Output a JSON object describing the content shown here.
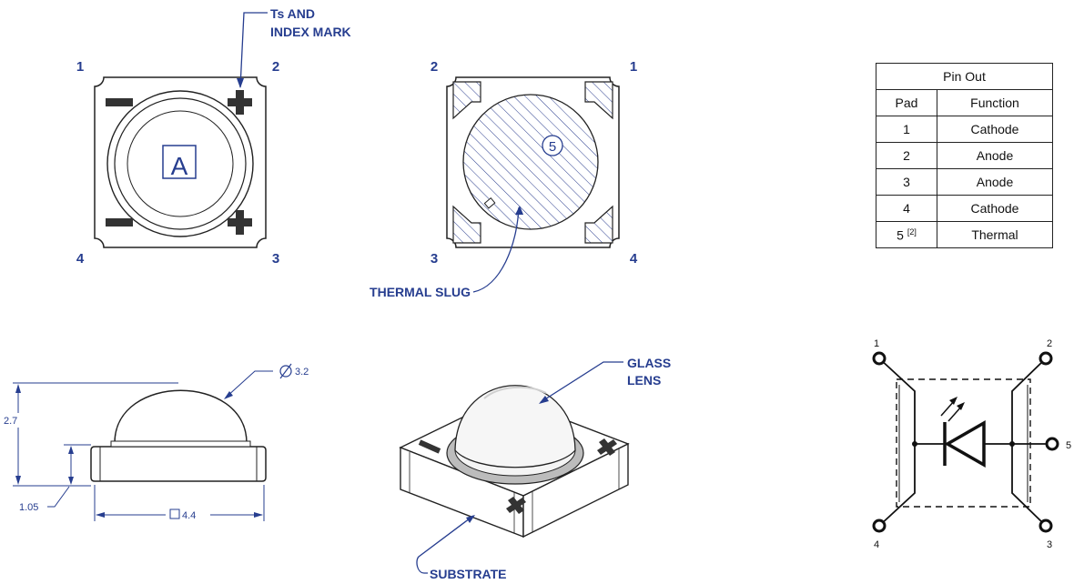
{
  "colors": {
    "accent": "#263d8f",
    "line": "#111111",
    "hatch": "#2d3f8f"
  },
  "callouts": {
    "ts_mark_line1": "Ts AND",
    "ts_mark_line2": "INDEX MARK",
    "thermal_slug": "THERMAL SLUG",
    "glass_lens_line1": "GLASS",
    "glass_lens_line2": "LENS",
    "substrate": "SUBSTRATE"
  },
  "top_view": {
    "pin_labels": [
      "1",
      "2",
      "4",
      "3"
    ],
    "center_mark": "A",
    "minus_symbols": [
      "-",
      "-"
    ],
    "plus_symbols": [
      "+",
      "+"
    ]
  },
  "bottom_view": {
    "pin_labels": [
      "2",
      "1",
      "3",
      "4"
    ],
    "slug_number": "5"
  },
  "dimensions": {
    "lens_diameter": "3.2",
    "total_height": "2.7",
    "base_height": "1.05",
    "package_size": "4.4"
  },
  "pin_table": {
    "title": "Pin Out",
    "headers": [
      "Pad",
      "Function"
    ],
    "rows": [
      {
        "pad": "1",
        "function": "Cathode"
      },
      {
        "pad": "2",
        "function": "Anode"
      },
      {
        "pad": "3",
        "function": "Anode"
      },
      {
        "pad": "4",
        "function": "Cathode"
      },
      {
        "pad": "5",
        "note": "[2]",
        "function": "Thermal"
      }
    ]
  },
  "schematic": {
    "pin_labels": [
      "1",
      "2",
      "5",
      "4",
      "3"
    ]
  }
}
